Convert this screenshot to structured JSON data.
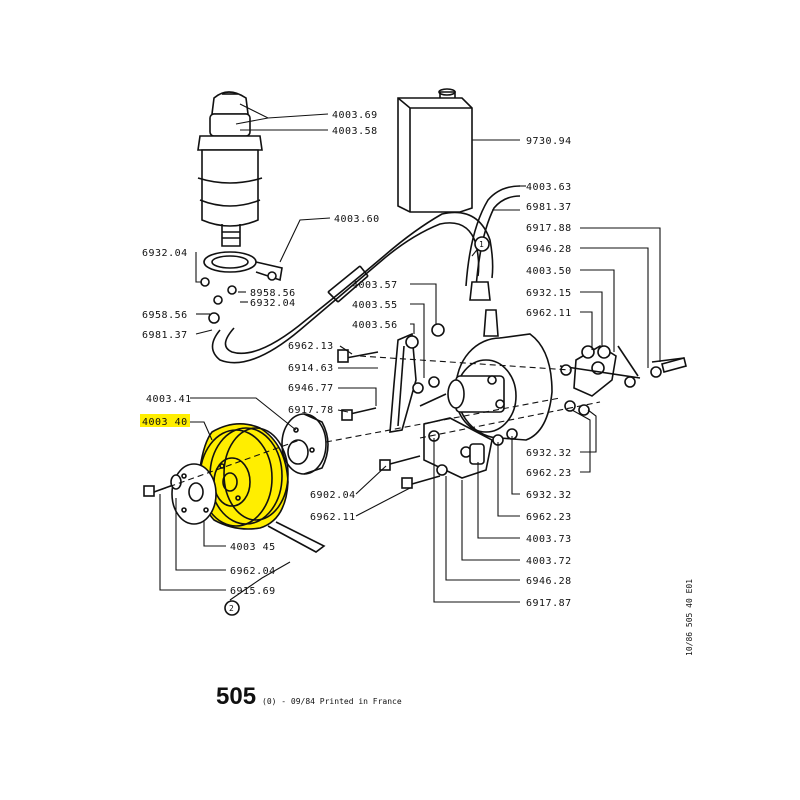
{
  "labels": {
    "p400369": "4003.69",
    "p400358": "4003.58",
    "p973094": "9730.94",
    "p400363": "4003.63",
    "p698137a": "6981.37",
    "p400360": "4003.60",
    "p691788": "6917.88",
    "p694628a": "6946.28",
    "p693204a": "6932.04",
    "p400350": "4003.50",
    "p895856": "8958.56",
    "p400357": "4003.57",
    "p693215": "6932.15",
    "p695856": "6958.56",
    "p693204b": "6932.04",
    "p400355": "4003.55",
    "p696211a": "6962.11",
    "p698137b": "6981.37",
    "p400356": "4003.56",
    "p696213": "6962.13",
    "p691463": "6914.63",
    "p694677": "6946.77",
    "p400341": "4003.41",
    "p691778": "6917.78",
    "p400340": "4003 40",
    "p693232": "6932.32",
    "p696223a": "6962.23",
    "p690204": "6902.04",
    "p693232b": "6932.32",
    "p696211b": "6962.11",
    "p696223b": "6962.23",
    "p400373": "4003.73",
    "p400345": "4003 45",
    "p400372": "4003.72",
    "p696204": "6962.04",
    "p694628b": "6946.28",
    "p691569": "6915.69",
    "p691787": "6917.87",
    "circle1": "1",
    "circle2": "2"
  },
  "footer": {
    "model": "505",
    "note": "(0) - 09/84 Printed in France"
  },
  "side_code": "10/86  505  40  E01",
  "highlight_color": "#ffee00"
}
